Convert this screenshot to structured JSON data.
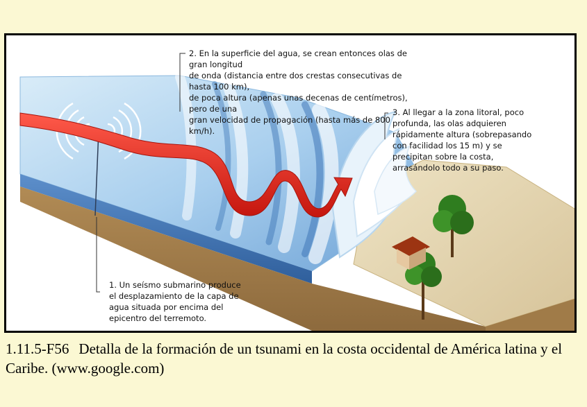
{
  "figure": {
    "labels": {
      "step1": "1. Un seísmo submarino produce\nel desplazamiento de la capa de\nagua situada por encima del\nepicentro del terremoto.",
      "step2": "2. En la superficie del agua, se crean entonces olas de gran longitud\nde onda (distancia entre dos crestas consecutivas de hasta 100 km),\nde poca altura (apenas unas decenas de centímetros), pero de una\ngran velocidad de propagación (hasta más de 800 km/h).",
      "step3": "3. Al llegar a la zona litoral, poco\nprofunda, las olas adquieren\nrápidamente altura (sobrepasando\ncon facilidad los 15 m) y se\nprecipitan sobre la costa,\narrasándolo todo a su paso."
    }
  },
  "caption": {
    "number": "1.11.5-F56",
    "text": "Detalla de la formación de un tsunami en la costa occidental de América latina y el Caribe. (www.google.com)"
  }
}
